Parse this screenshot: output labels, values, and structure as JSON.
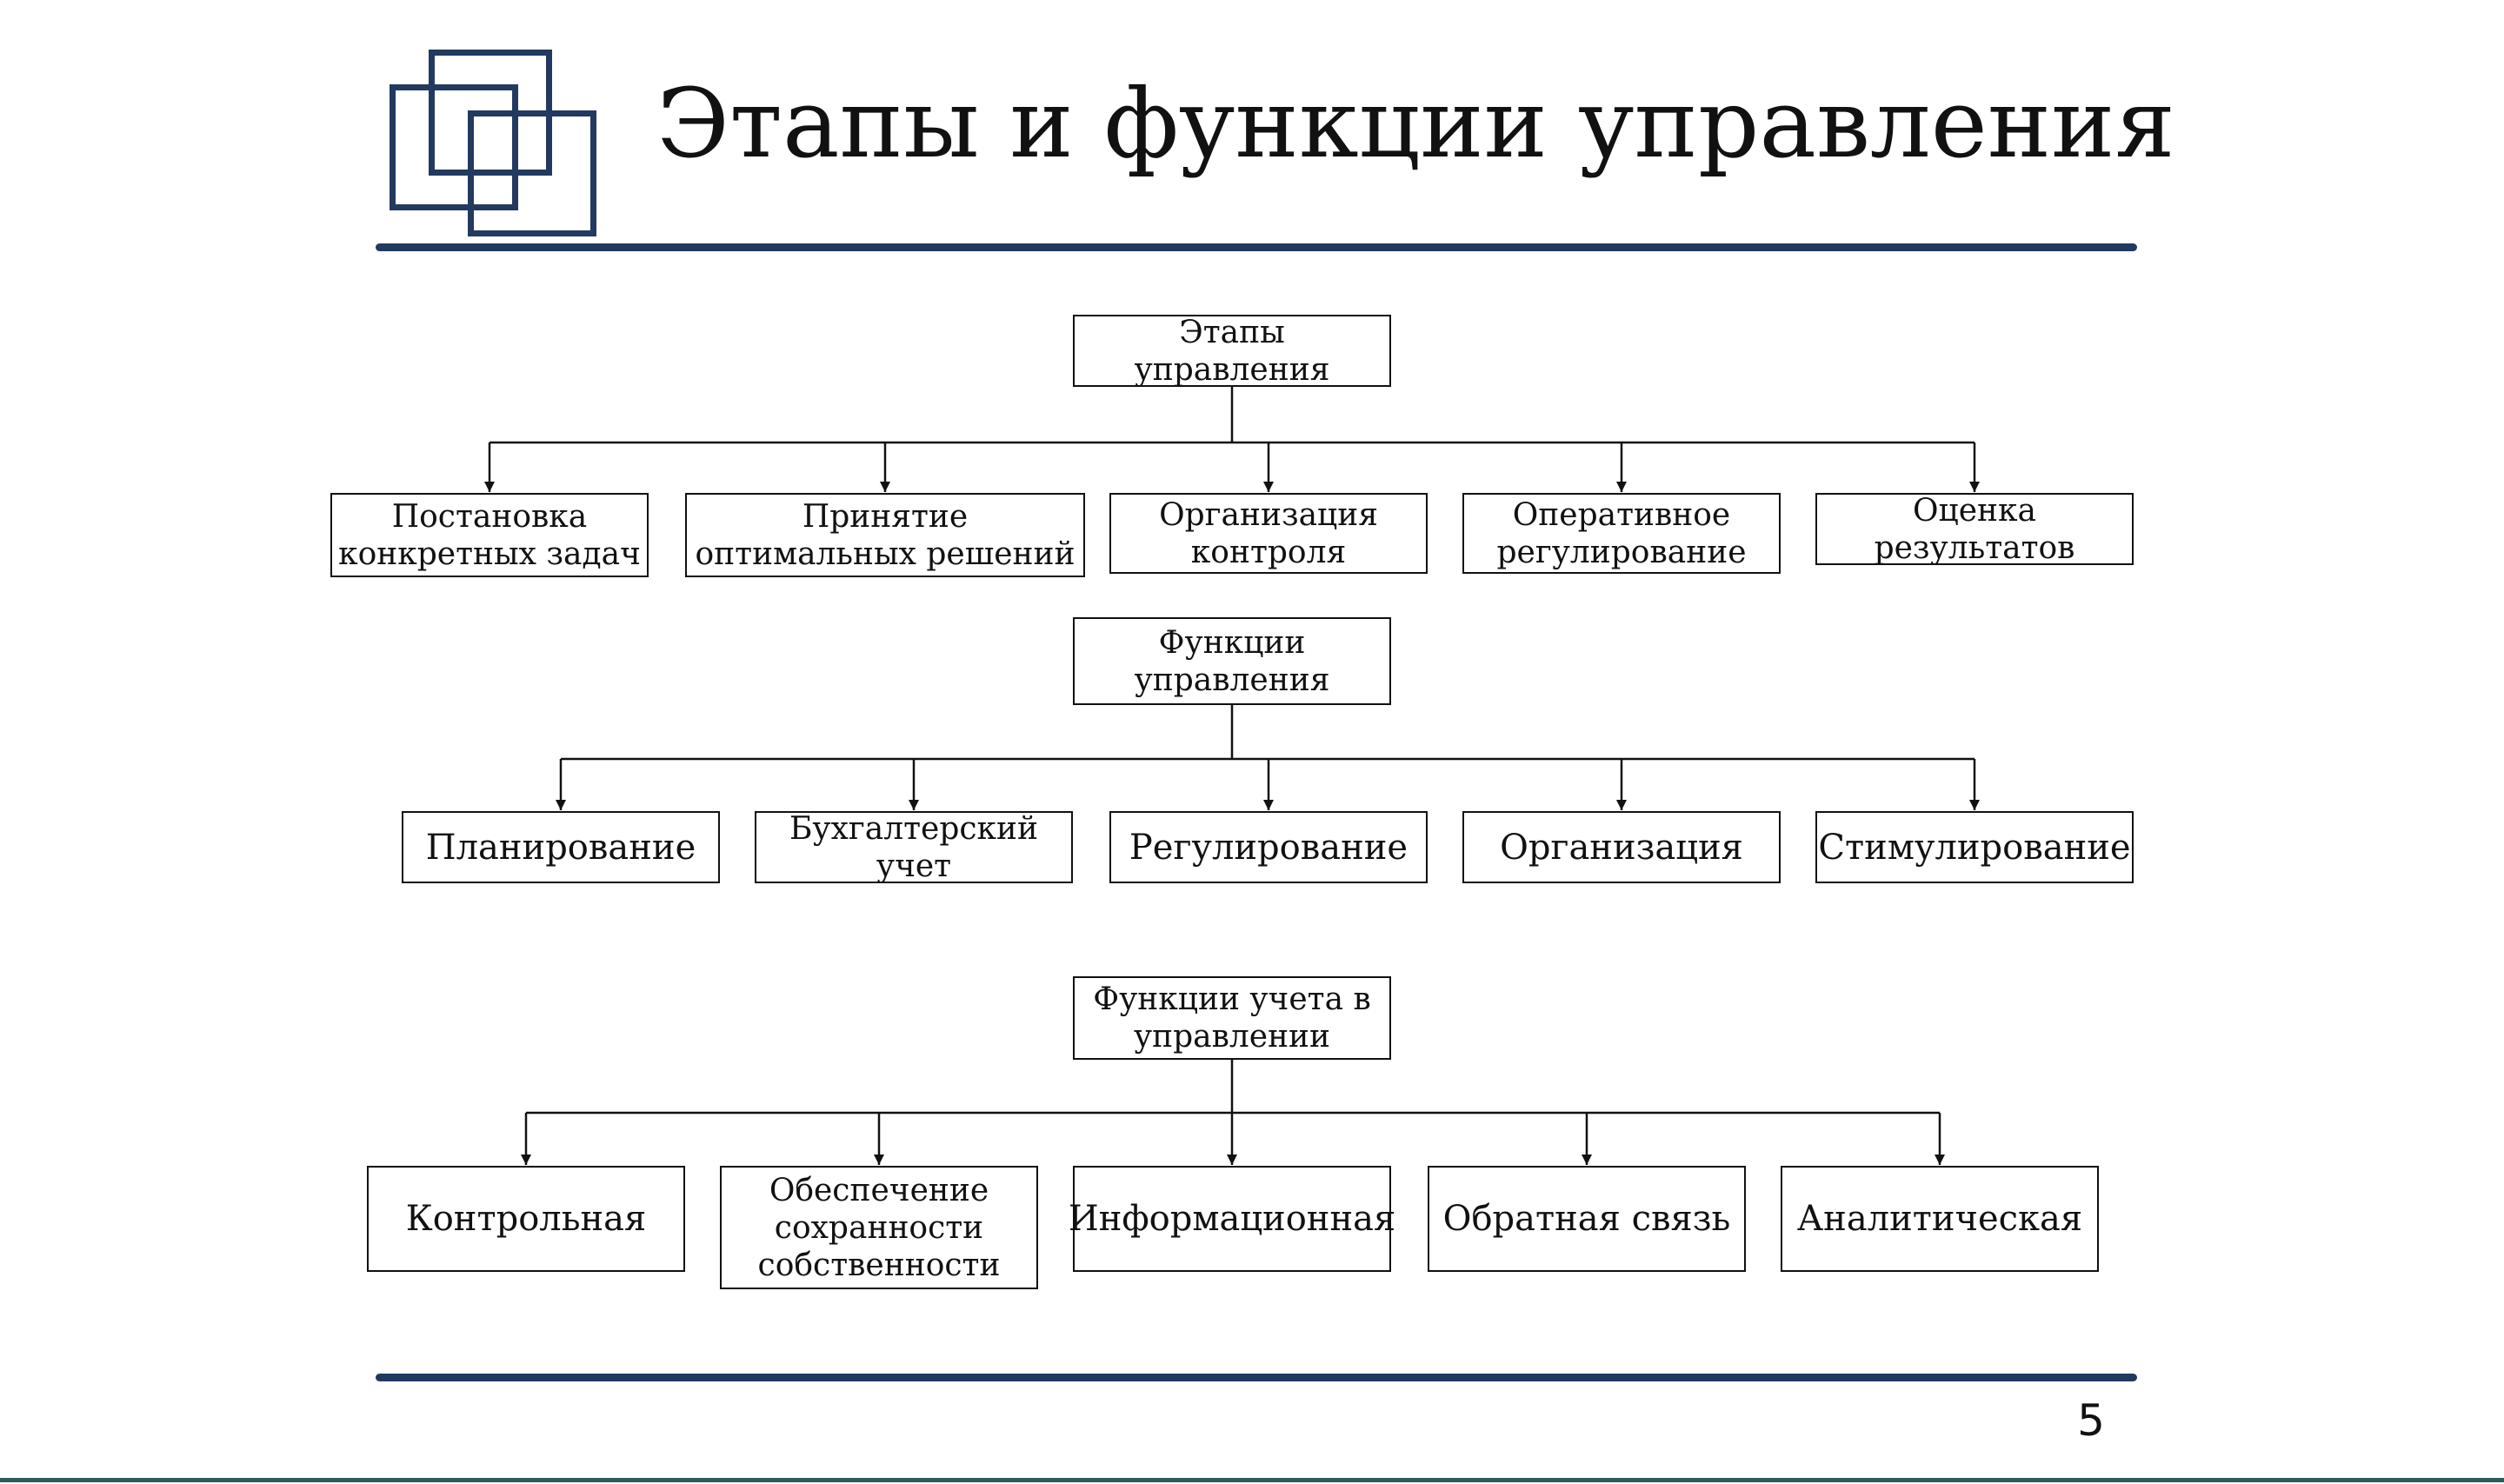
{
  "slide": {
    "title": "Этапы и функции управления",
    "page_number": "5",
    "accent_color": "#233a60"
  },
  "diagram": {
    "groups": [
      {
        "root": "Этапы\nуправления",
        "children": [
          "Постановка\nконкретных задач",
          "Принятие\nоптимальных решений",
          "Организация\nконтроля",
          "Оперативное\nрегулирование",
          "Оценка\nрезультатов"
        ]
      },
      {
        "root": "Функции\nуправления",
        "children": [
          "Планирование",
          "Бухгалтерский\nучет",
          "Регулирование",
          "Организация",
          "Стимулирование"
        ]
      },
      {
        "root": "Функции учета в\nуправлении",
        "children": [
          "Контрольная",
          "Обеспечение\nсохранности\nсобственности",
          "Информационная",
          "Обратная связь",
          "Аналитическая"
        ]
      }
    ]
  }
}
